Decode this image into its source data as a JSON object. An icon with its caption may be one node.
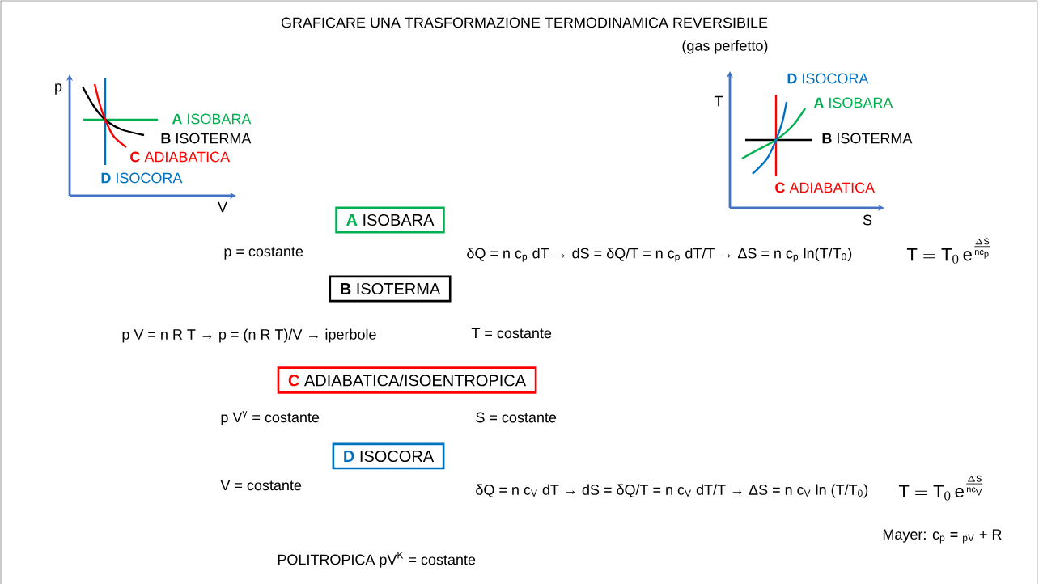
{
  "diagram": {
    "title": "GRAFICARE UNA TRASFORMAZIONE TERMODINAMICA REVERSIBILE",
    "nodes": [
      {
        "text": [
          "A",
          "ISOBARA"
        ]
      },
      {
        "text": [
          "B",
          "ISOTERMA"
        ]
      },
      {
        "text": [
          "C",
          "ADIABATICA/ISOENTROPICA"
        ]
      },
      {
        "text": [
          "D",
          "ISOCORA"
        ]
      }
    ],
    "labels": [
      "(gas perfetto)",
      "p",
      "**A** ISOBARA",
      "**B** ISOTERMA",
      "**C** ADIABATICA",
      "**D** ISOCORA",
      "V",
      "T",
      "**D** ISOCORA",
      "**A** ISOBARA",
      "**B** ISOTERMA",
      "**C** ADIABATICA",
      "S",
      "p = costante",
      "δQ = n c$_{p}$ dT → dS = δQ/T = n c$_{p}$ dT/T → ΔS = n c$_{p}$ ln(T/T$_{0}$)",
      "\\mathrm{T} = \\mathrm{T}_0\\, \\mathrm{e}^{\\frac{\\Delta \\mathrm{S}}{\\mathrm{n c_p}}}",
      "p V = n R T → p = (n R T)/V → iperbole",
      "T =  costante",
      "p V$^{γ}$ = costante",
      "S = costante",
      "V = costante",
      "δQ = n c$_{V}$ dT → dS = δQ/T = n c$_{V}$ dT/T → ΔS = n c$_{V}$ ln (T/T$_{0}$)",
      "\\mathrm{T} = \\mathrm{T}_0\\, \\mathrm{e}^{\\frac{\\Delta \\mathrm{S}}{\\mathrm{n c_V}}}",
      "Mayer:  c$_{p}$ = $_{pV}$ + R",
      "POLITROPICA pV$^{K}$ = costante"
    ]
  }
}
